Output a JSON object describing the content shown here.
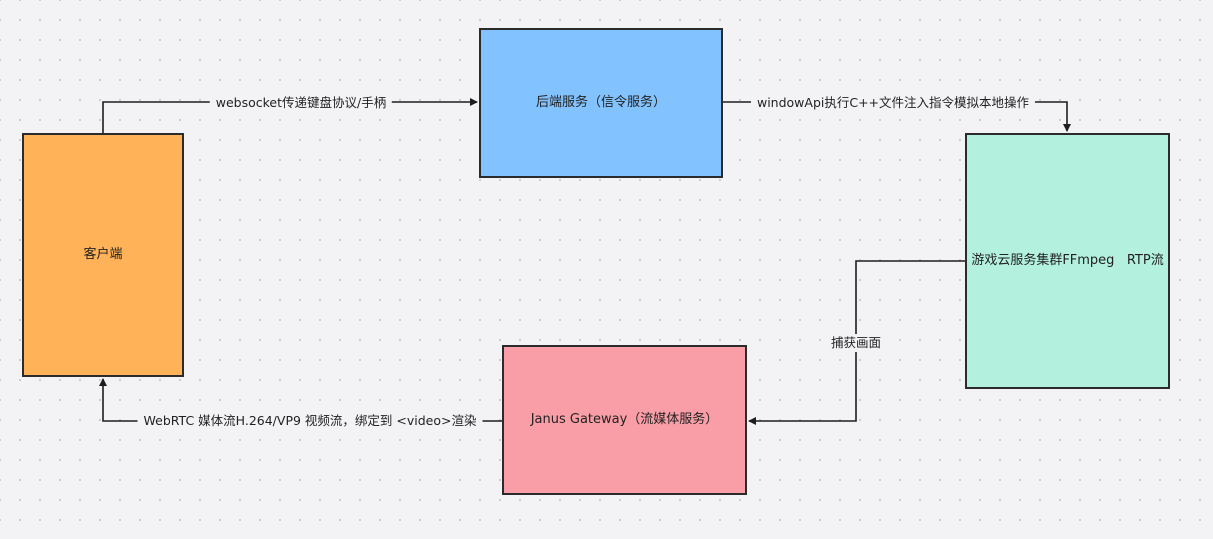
{
  "colors": {
    "client": "#ffb257",
    "backend": "#82c3ff",
    "cluster": "#b3f0de",
    "janus": "#f99da6",
    "line": "#1e1e1e"
  },
  "nodes": {
    "client": "客户端",
    "backend": "后端服务（信令服务）",
    "cluster": "游戏云服务集群FFmpeg   RTP流",
    "janus": "Janus Gateway（流媒体服务）"
  },
  "edges": {
    "client_to_backend": "websocket传递键盘协议/手柄",
    "backend_to_cluster": "windowApi执行C++文件注入指令模拟本地操作",
    "cluster_to_janus": "捕获画面",
    "janus_to_client": "WebRTC 媒体流H.264/VP9 视频流，绑定到 <video>渲染"
  }
}
